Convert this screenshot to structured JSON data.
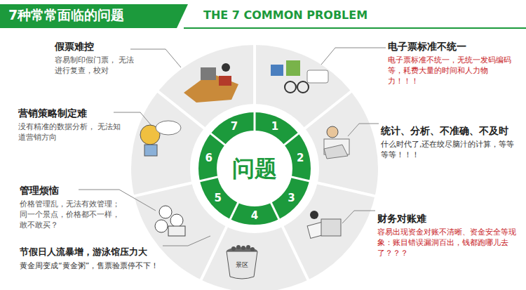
{
  "diagram": {
    "title": "7种常常面临的问题",
    "nodes": [
      {
        "text": [
          "问题"
        ]
      },
      {
        "text": [
          "假票难控",
          "容易制印假门票， 无法进行复查，校对"
        ]
      },
      {
        "text": [
          "电子票标准不统一",
          "电子票标准不统一，无统一发码编码等，耗费大量的时间和人力物力！！！"
        ]
      },
      {
        "text": [
          "统计、分析、不准确、不及时",
          "什么时代了,还在绞尽脑汁的计算，等等等等！！！"
        ]
      },
      {
        "text": [
          "财务对账难",
          "容易出现资金对账不清晰、资金安全等现象：账目错误漏洞百出，钱都跑哪儿去了？？？"
        ]
      },
      {
        "text": [
          "节假日人流暴增，游泳馆压力大",
          "黄金周变成“黄金粥”，售票验票停不下！"
        ]
      },
      {
        "text": [
          "管理烦恼",
          "价格管理乱，无法有效管理；同一个景点，价格都不一样，敢不敢买？"
        ]
      },
      {
        "text": [
          "营销策略制定难",
          "没有精准的数据分析， 无法知道营销方向"
        ]
      }
    ],
    "labels": [
      "THE 7 COMMON PROBLEM",
      "1",
      "2",
      "3",
      "4",
      "5",
      "6",
      "7",
      "景区"
    ]
  }
}
